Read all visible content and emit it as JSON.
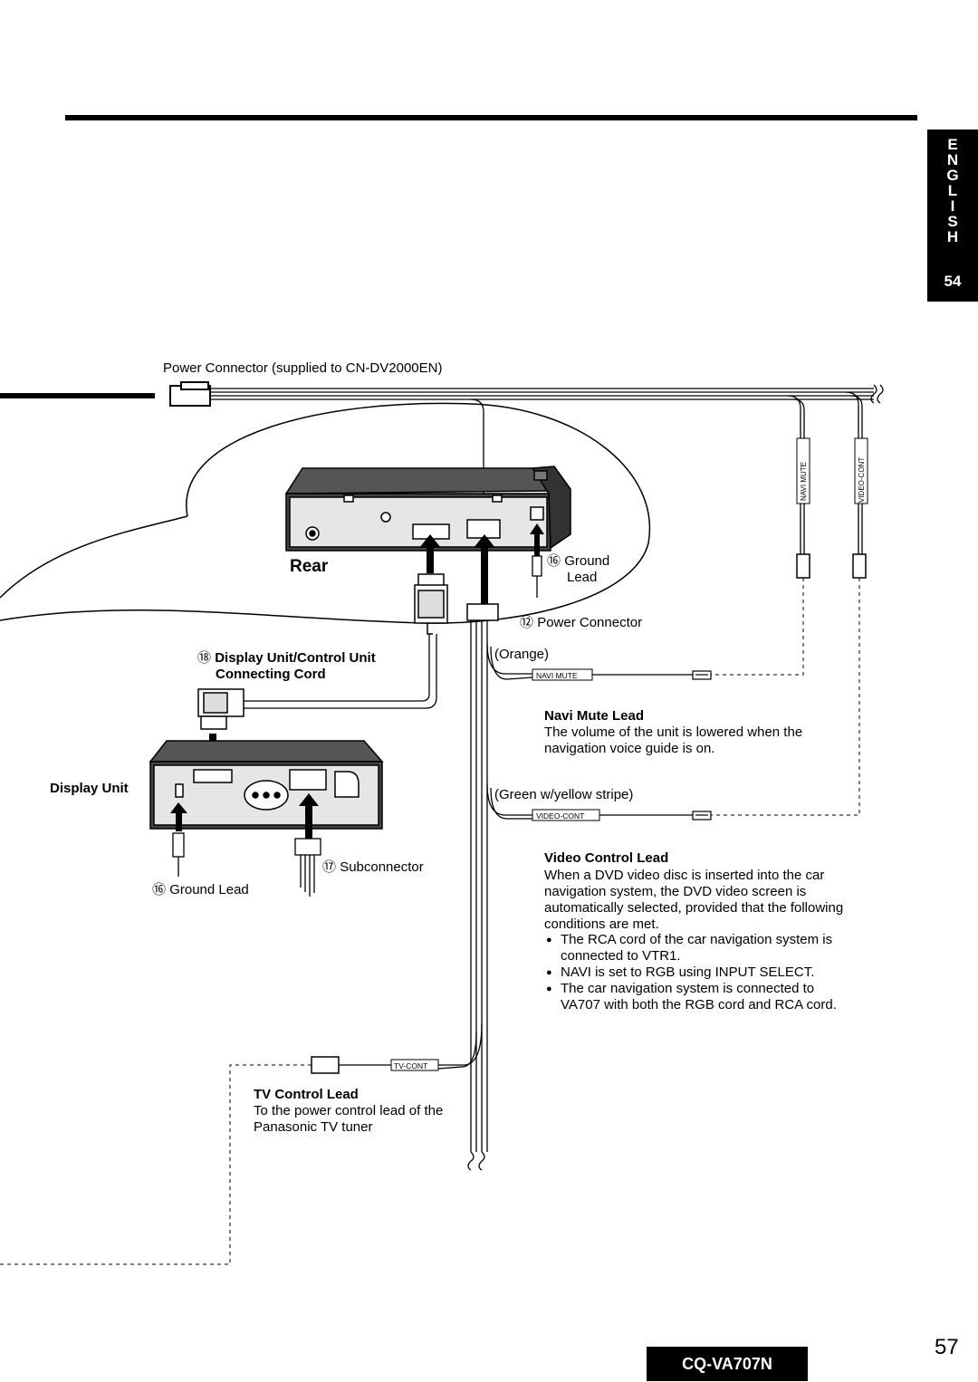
{
  "side_tab": {
    "letters": "E\nN\nG\nL\nI\nS\nH",
    "page": "54"
  },
  "power_connector_caption": "Power Connector (supplied to CN-DV2000EN)",
  "rear_label": "Rear",
  "ground_lead_top": {
    "num": "⑯",
    "line1": "Ground",
    "line2": "Lead"
  },
  "power_connector_label": {
    "num": "⑫",
    "text": "Power Connector"
  },
  "cord_label": {
    "num": "⑱",
    "line1": "Display Unit/Control Unit",
    "line2": "Connecting Cord"
  },
  "display_unit_label": "Display Unit",
  "subconnector_label": {
    "num": "⑰",
    "text": "Subconnector"
  },
  "ground_lead_bottom": {
    "num": "⑯",
    "text": "Ground Lead"
  },
  "wire_tags": {
    "navi_mute_vertical": "NAVI MUTE",
    "video_cont_vertical": "VIDEO-CONT",
    "navi_mute": "NAVI MUTE",
    "video_cont": "VIDEO-CONT",
    "tv_cont": "TV-CONT"
  },
  "orange_label": "(Orange)",
  "navi_mute": {
    "title": "Navi Mute Lead",
    "body": "The volume of the unit is lowered when the navigation voice guide is on."
  },
  "green_label": "(Green w/yellow stripe)",
  "video_control": {
    "title": "Video Control Lead",
    "body": "When a DVD video disc is inserted into the car navigation system, the DVD video screen is automatically selected, provided that the following conditions are met.",
    "bullets": [
      "The RCA cord of the car navigation system is connected to VTR1.",
      "NAVI is set to RGB using INPUT SELECT.",
      "The car navigation system is connected to VA707 with both the RGB cord and RCA cord."
    ]
  },
  "tv_control": {
    "title": "TV Control Lead",
    "body": "To the power control lead of the Panasonic TV tuner"
  },
  "model": "CQ-VA707N",
  "page_number": "57"
}
